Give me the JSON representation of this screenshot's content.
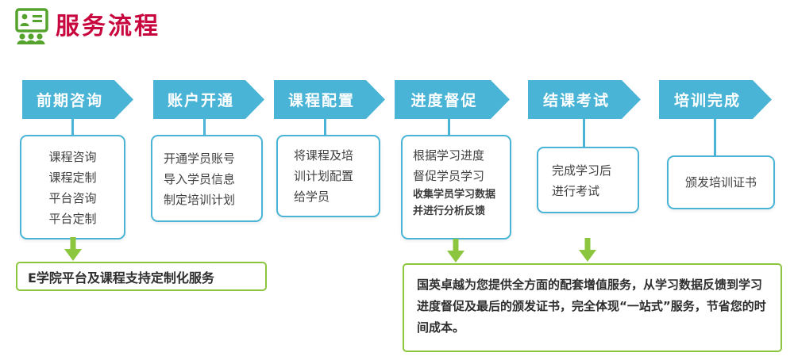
{
  "header": {
    "title": "服务流程",
    "icon": "training-presentation-icon"
  },
  "colors": {
    "arrow_teal": "#4ab4d6",
    "accent_green": "#8cc63f",
    "icon_green": "#55a32d",
    "title_red": "#c9073f",
    "body_text": "#3f3f3f"
  },
  "steps": [
    {
      "label": "前期咨询",
      "details": [
        "课程咨询",
        "课程定制",
        "平台咨询",
        "平台定制"
      ]
    },
    {
      "label": "账户开通",
      "details": [
        "开通学员账号",
        "导入学员信息",
        "制定培训计划"
      ]
    },
    {
      "label": "课程配置",
      "details": [
        "将课程及培训计划配置给学员"
      ]
    },
    {
      "label": "进度督促",
      "details": [
        "根据学习进度",
        "督促学员学习"
      ],
      "sub_details": [
        "收集学员学习数据",
        "并进行分析反馈"
      ]
    },
    {
      "label": "结课考试",
      "details": [
        "完成学习后",
        "进行考试"
      ]
    },
    {
      "label": "培训完成",
      "details": [
        "颁发培训证书"
      ]
    }
  ],
  "notes": {
    "customization": "E学院平台及课程支持定制化服务",
    "one_stop_service": "国英卓越为您提供全方面的配套增值服务，从学习数据反馈到学习进度督促及最后的颁发证书，完全体现“一站式”服务，节省您的时间成本。"
  }
}
